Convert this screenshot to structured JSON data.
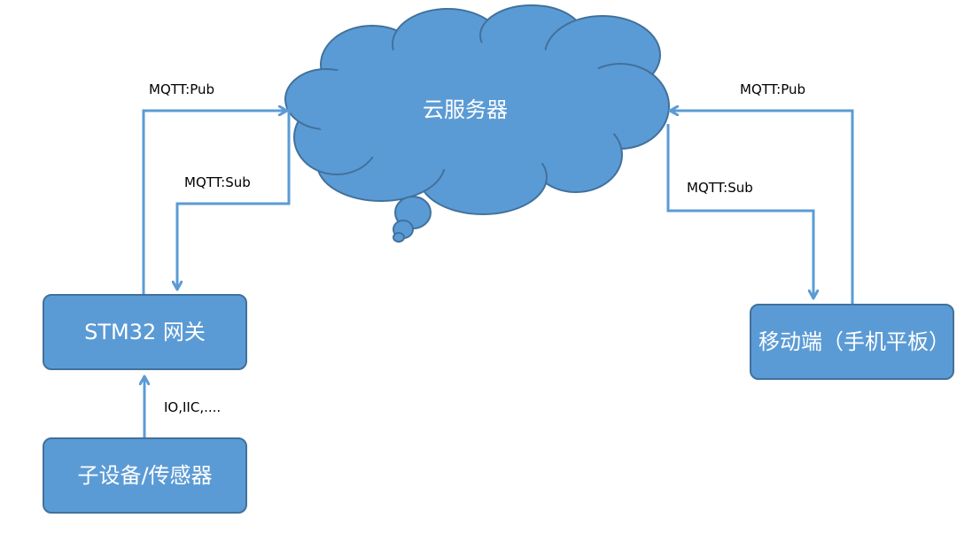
{
  "diagram": {
    "cloud": {
      "label": "云服务器"
    },
    "gateway": {
      "label": "STM32 网关"
    },
    "sensor": {
      "label": "子设备/传感器"
    },
    "mobile": {
      "label": "移动端（手机平板）"
    },
    "edges": {
      "gateway_pub": "MQTT:Pub",
      "gateway_sub": "MQTT:Sub",
      "mobile_pub": "MQTT:Pub",
      "mobile_sub": "MQTT:Sub",
      "sensor_link": "IO,IIC,...."
    }
  },
  "colors": {
    "fill": "#5b9bd5",
    "stroke": "#41719c",
    "arrow": "#5b9bd5"
  }
}
